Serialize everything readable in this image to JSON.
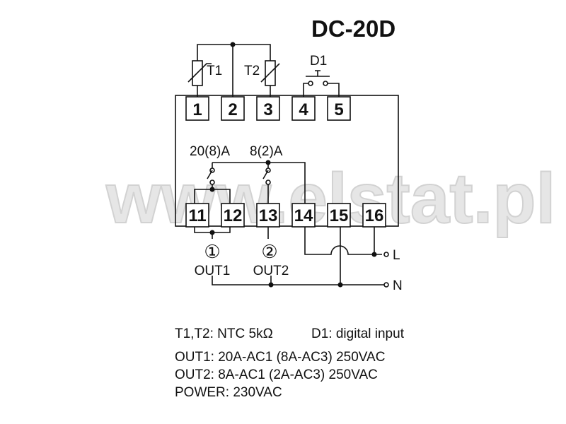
{
  "model": "DC-20D",
  "watermark": "www.elstat.pl",
  "sensors": {
    "t1": "T1",
    "t2": "T2",
    "d1": "D1"
  },
  "terminals": {
    "top": [
      "1",
      "2",
      "3",
      "4",
      "5"
    ],
    "bottom": [
      "11",
      "12",
      "13",
      "14",
      "15",
      "16"
    ]
  },
  "relays": {
    "relay1_rating": "20(8)A",
    "relay2_rating": "8(2)A"
  },
  "outputs": {
    "out1_symbol": "①",
    "out1_label": "OUT1",
    "out2_symbol": "②",
    "out2_label": "OUT2"
  },
  "lines": {
    "l": "L",
    "n": "N"
  },
  "specs": {
    "sensors": "T1,T2: NTC 5kΩ",
    "digital_input": "D1: digital input",
    "out1": "OUT1: 20A-AC1 (8A-AC3) 250VAC",
    "out2": "OUT2: 8A-AC1 (2A-AC3) 250VAC",
    "power": "POWER: 230VAC"
  }
}
